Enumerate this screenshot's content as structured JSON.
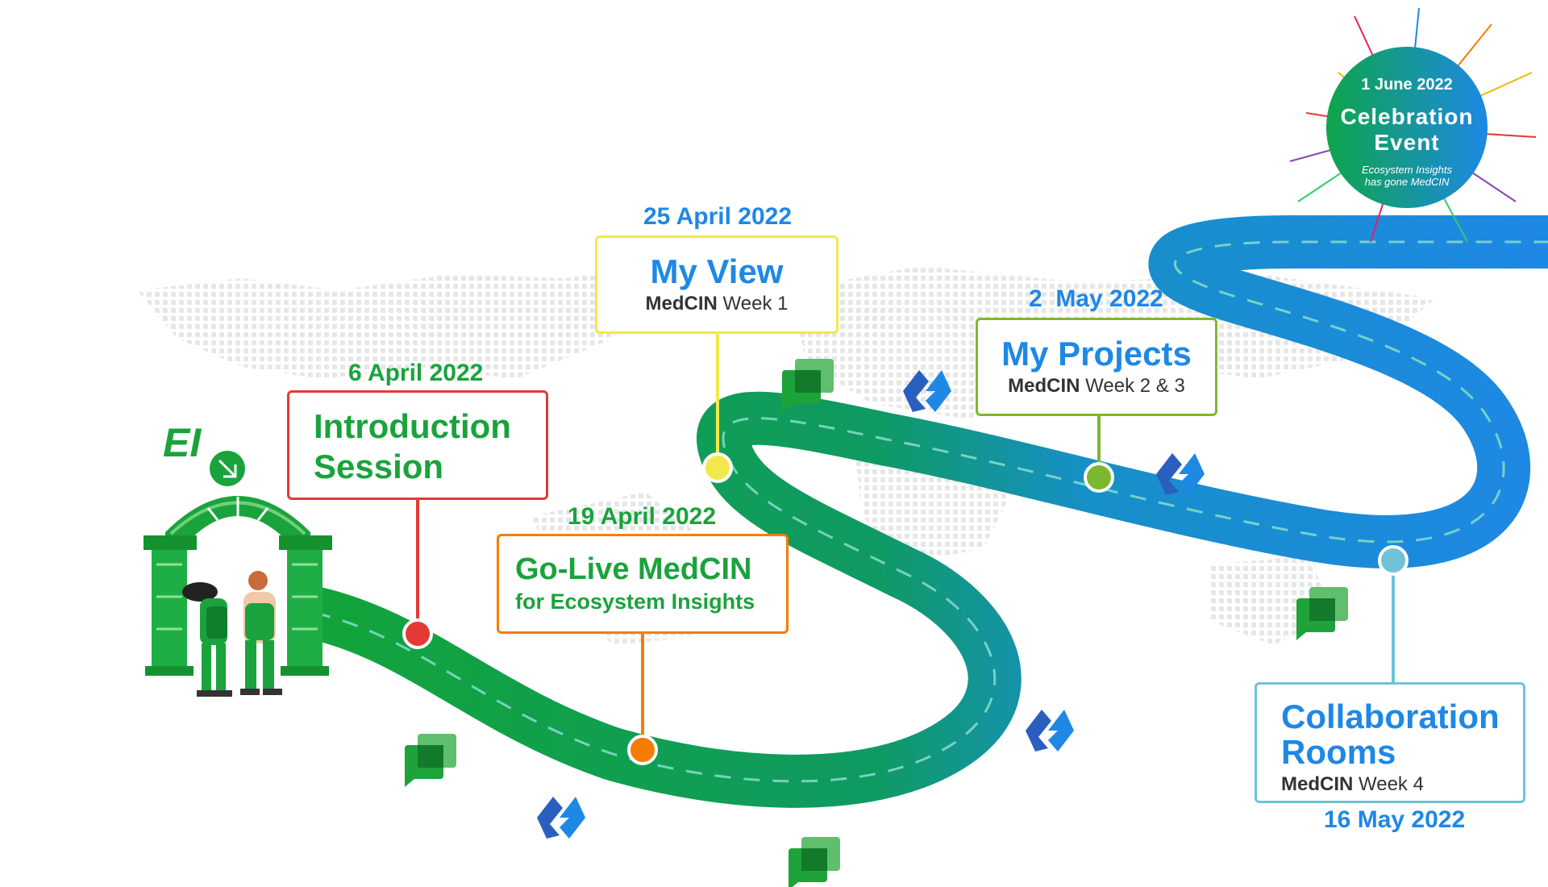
{
  "colors": {
    "red": "#e53935",
    "orange": "#f57c00",
    "yellow": "#f2e84b",
    "lime": "#7cb82f",
    "cyan": "#6ec3d6",
    "green": "#1da33a",
    "blue": "#1e88e5",
    "teal": "#16a085"
  },
  "logo": {
    "text": "EI"
  },
  "milestones": [
    {
      "date": "6 April 2022",
      "title_line1": "Introduction",
      "title_line2": "Session"
    },
    {
      "date": "19 April 2022",
      "title": "Go-Live MedCIN",
      "subtitle": "for Ecosystem Insights"
    },
    {
      "date": "25 April 2022",
      "title": "My View",
      "sub_bold": "MedCIN",
      "sub_rest": " Week 1"
    },
    {
      "date": "2  May 2022",
      "title": "My Projects",
      "sub_bold": "MedCIN",
      "sub_rest": " Week 2 & 3"
    },
    {
      "date": "16 May 2022",
      "title_line1": "Collaboration",
      "title_line2": "Rooms",
      "sub_bold": "MedCIN",
      "sub_rest": " Week 4"
    }
  ],
  "celebration": {
    "date": "1 June 2022",
    "title_line1": "Celebration",
    "title_line2": "Event",
    "subtitle_line1": "Ecosystem Insights",
    "subtitle_line2": "has gone MedCIN"
  },
  "icons": [
    "chat-icon",
    "app-logo-icon",
    "arrow-down-right-icon",
    "archway-icon",
    "travelers-icon",
    "world-map-icon",
    "confetti-icon"
  ]
}
